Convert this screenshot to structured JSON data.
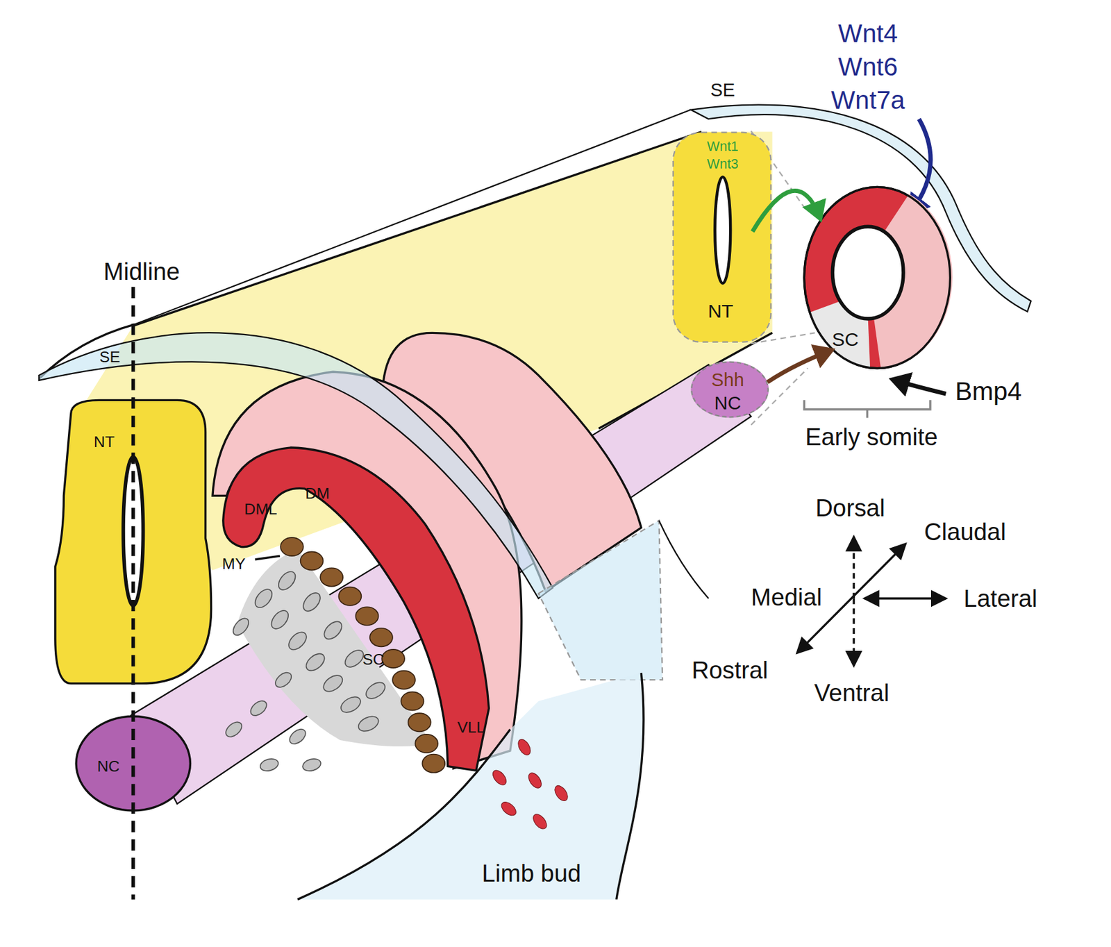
{
  "diagram": {
    "nodes": [
      {
        "text": [
          "Wnt1 Wnt3",
          "NT"
        ]
      },
      {
        "text": [
          "SC"
        ]
      },
      {
        "text": [
          "Shh",
          "NC"
        ]
      },
      {
        "text": [
          "NT"
        ]
      },
      {
        "text": [
          "NC"
        ]
      }
    ],
    "edges": [
      {
        "from": 0,
        "to": 1,
        "arrow": "to"
      },
      {
        "from": 2,
        "to": 1,
        "arrow": "to"
      }
    ],
    "labels": [
      "Wnt4 Wnt6 Wnt7a",
      "SE",
      "Bmp4",
      "Early somite",
      "Midline",
      "SE",
      "Dorsal",
      "Claudal",
      "Medial",
      "Lateral",
      "Rostral",
      "Ventral",
      "DML",
      "DM",
      "MY",
      "SC",
      "VLL",
      "Limb bud"
    ]
  }
}
